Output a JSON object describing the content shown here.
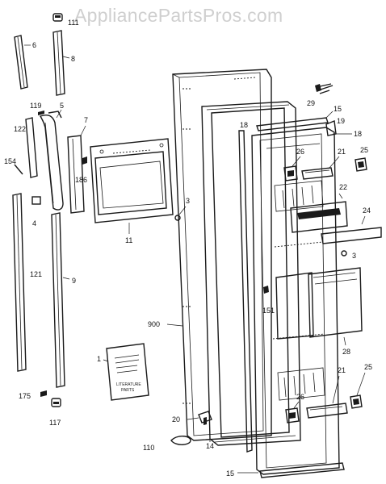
{
  "watermark": "AppliancePartsPros.com",
  "literature_card": {
    "title": "LITERATURE\nPARTS",
    "line1": "LITERATURE",
    "line2": "PARTS"
  },
  "labels": {
    "l6": "6",
    "l111": "111",
    "l8": "8",
    "l119": "119",
    "l5": "5",
    "l7": "7",
    "l122": "122",
    "l154": "154",
    "l186": "186",
    "l4": "4",
    "l11": "11",
    "l3a": "3",
    "l121": "121",
    "l9": "9",
    "l900": "900",
    "l1": "1",
    "l175": "175",
    "l117": "117",
    "l20": "20",
    "l110": "110",
    "l14": "14",
    "l15a": "15",
    "l18a": "18",
    "l29": "29",
    "l15b": "15",
    "l19": "19",
    "l18b": "18",
    "l26a": "26",
    "l21a": "21",
    "l25a": "25",
    "l22": "22",
    "l24": "24",
    "l3b": "3",
    "l151": "151",
    "l28": "28",
    "l21b": "21",
    "l25b": "25",
    "l26b": "26"
  }
}
